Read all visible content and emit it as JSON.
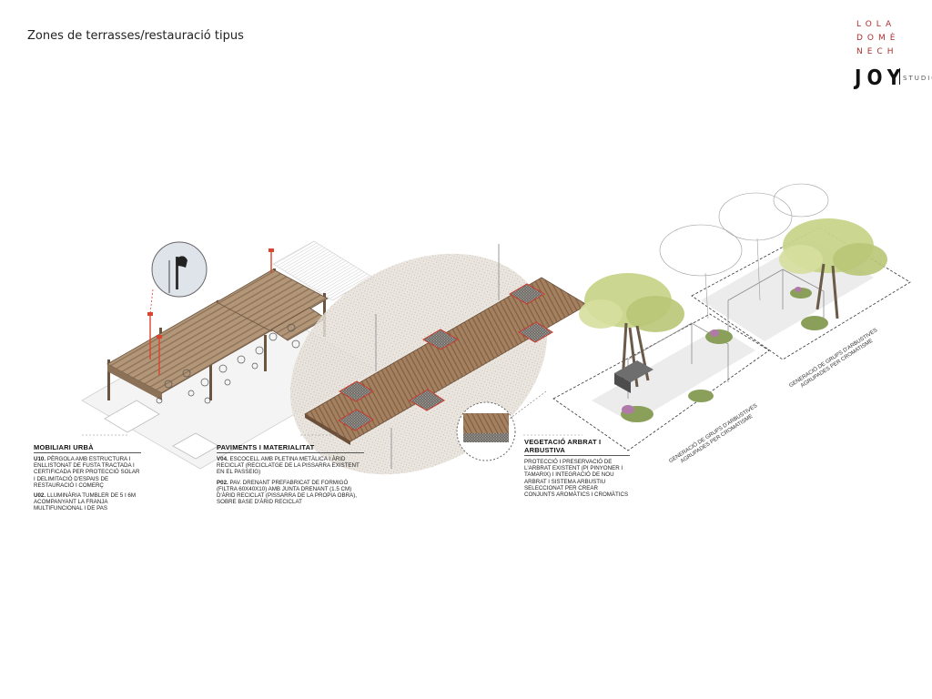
{
  "page": {
    "title": "Zones de terrasses/restauració tipus"
  },
  "logo": {
    "lines": [
      "LOLA",
      "DOMÈ",
      "NECH"
    ],
    "joy": "JOY",
    "studio": "STUDIO",
    "accent_color": "#a8302e"
  },
  "labels": {
    "mobiliari": {
      "heading": "MOBILIARI URBÀ",
      "items": [
        {
          "code": "U10.",
          "text": "PÈRGOLA AMB ESTRUCTURA I ENLLISTONAT DE FUSTA TRACTADA I CERTIFICADA PER PROTECCIÓ SOLAR I DELIMITACIÓ D'ESPAIS DE RESTAURACIÓ I COMERÇ"
        },
        {
          "code": "U02.",
          "text": "LLUMINÀRIA TUMBLER DE 5 I 6m ACOMPANYANT LA FRANJA MULTIFUNCIONAL I DE PAS"
        }
      ]
    },
    "paviments": {
      "heading": "PAVIMENTS I MATERIALITAT",
      "items": [
        {
          "code": "V04.",
          "text": "ESCOCELL AMB PLETINA METÀLICA I ÀRID RECICLAT (RECICLATGE DE LA PISSARRA EXISTENT EN EL PASSEIG)"
        },
        {
          "code": "P02.",
          "text": "PAV. DRENANT PREFABRICAT DE FORMIGÓ (FILTRA 60X40X10) AMB JUNTA DRENANT (1.5 CM) D'ÀRID RECICLAT (PISSARRA DE LA PROPIA OBRA), SOBRE BASE D'ÀRID RECICLAT"
        }
      ]
    },
    "vegetacio": {
      "heading": "VEGETACIÓ ARBRAT I ARBUSTIVA",
      "items": [
        {
          "code": "",
          "text": "PROTECCIÓ I PRESERVACIÓ DE L'ARBRAT EXISTENT (PI PINYONER I TAMARIX) I INTEGRACIÓ DE NOU ARBRAT I SISTEMA ARBUSTIU SELECCIONAT PER CREAR CONJUNTS AROMÀTICS I CROMÀTICS"
        }
      ]
    },
    "zone_1": "GENERACIÓ DE GRUPS D'ARBUSTIVES AGRUPADES PER CROMATISME",
    "zone_2": "GENERACIÓ DE GRUPS D'ARBUSTIVES AGRUPADES PER CROMATISME"
  },
  "colors": {
    "wood": "#a98d6e",
    "wood_dark": "#7d6650",
    "accent_red": "#d9452f",
    "foliage": "#c9d48a",
    "ground": "#ececec"
  }
}
